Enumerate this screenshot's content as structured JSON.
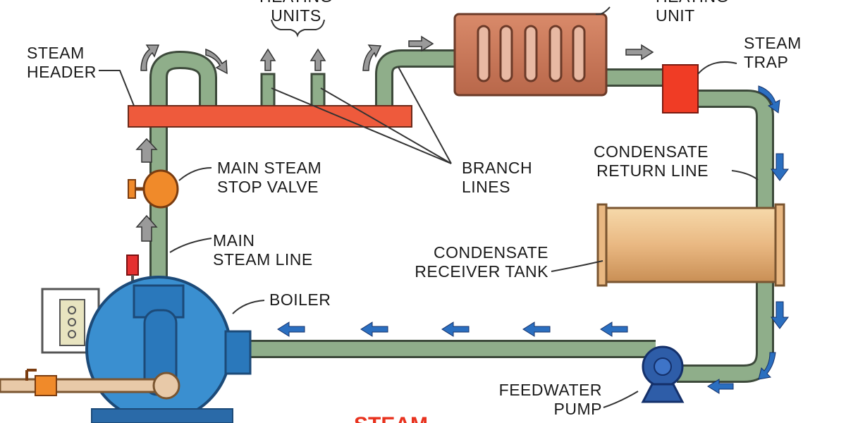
{
  "labels": {
    "heating_units": [
      "HEATING",
      "UNITS"
    ],
    "heating_unit": [
      "HEATING",
      "UNIT"
    ],
    "steam_header": [
      "STEAM",
      "HEADER"
    ],
    "steam_trap": [
      "STEAM",
      "TRAP"
    ],
    "main_stop_valve": [
      "MAIN STEAM",
      "STOP VALVE"
    ],
    "branch_lines": [
      "BRANCH",
      "LINES"
    ],
    "condensate_return": [
      "CONDENSATE",
      "RETURN LINE"
    ],
    "main_steam_line": [
      "MAIN",
      "STEAM LINE"
    ],
    "condensate_receiver": [
      "CONDENSATE",
      "RECEIVER TANK"
    ],
    "boiler": "BOILER",
    "feedwater_pump": [
      "FEEDWATER",
      "PUMP"
    ],
    "bottom_title": "STEAM"
  },
  "colors": {
    "pipe": "#8fae8a",
    "pipe_outline": "#3d4a3b",
    "header": "#ee5a3c",
    "heating_unit": "#c9775a",
    "steam_trap": "#f03c25",
    "tank": "#e9b882",
    "boiler": "#3a8fd0",
    "pump": "#2e5da8",
    "valve": "#f08a2a",
    "flow_arrow_blue": "#2b6fc0",
    "flow_arrow_gray": "#9a9a9a",
    "title_red": "#e8321e"
  }
}
